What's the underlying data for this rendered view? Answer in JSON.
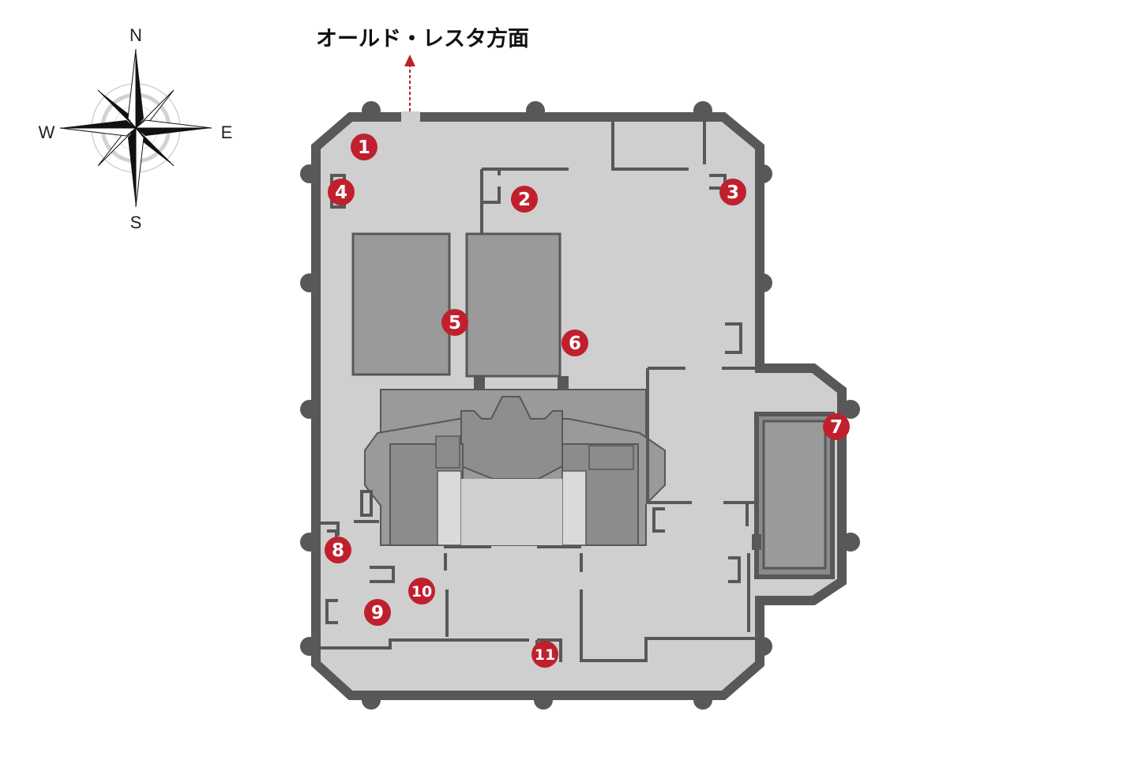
{
  "direction_label": "オールド・レスタ方面",
  "compass": {
    "n": "N",
    "e": "E",
    "s": "S",
    "w": "W"
  },
  "colors": {
    "wall": "#58585a",
    "floor": "#cfcfcf",
    "building": "#9a9a9a",
    "marker": "#c0202e",
    "arrow": "#c0202e"
  },
  "markers": [
    {
      "label": "1"
    },
    {
      "label": "2"
    },
    {
      "label": "3"
    },
    {
      "label": "4"
    },
    {
      "label": "5"
    },
    {
      "label": "6"
    },
    {
      "label": "7"
    },
    {
      "label": "8"
    },
    {
      "label": "9"
    },
    {
      "label": "10"
    },
    {
      "label": "11"
    }
  ]
}
